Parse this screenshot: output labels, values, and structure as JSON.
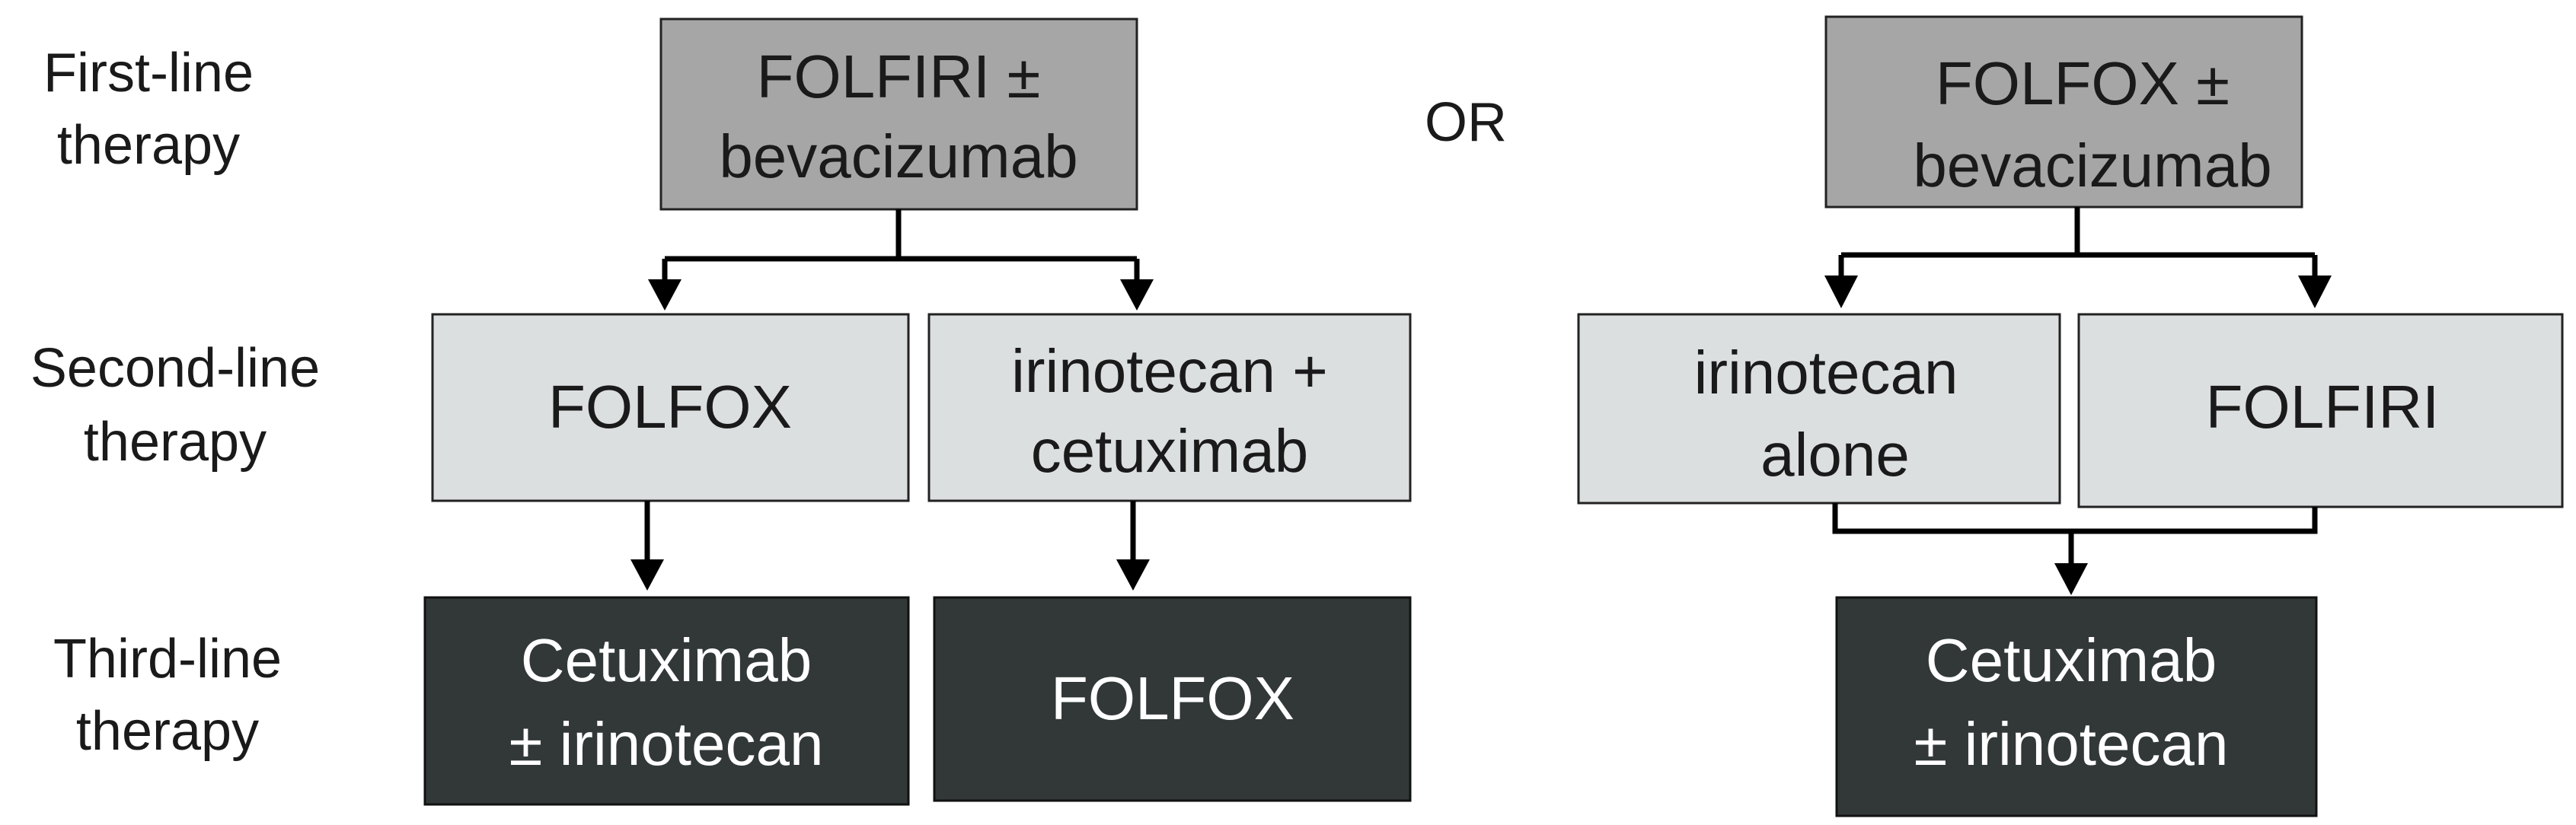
{
  "row_labels": {
    "first": [
      "First-line",
      "therapy"
    ],
    "second": [
      "Second-line",
      "therapy"
    ],
    "third": [
      "Third-line",
      "therapy"
    ]
  },
  "separator": "OR",
  "left_branch": {
    "first_line": [
      "FOLFIRI ±",
      "bevacizumab"
    ],
    "second_line": [
      [
        "FOLFOX"
      ],
      [
        "irinotecan +",
        "cetuximab"
      ]
    ],
    "third_line": [
      [
        "Cetuximab",
        "± irinotecan"
      ],
      [
        "FOLFOX"
      ]
    ]
  },
  "right_branch": {
    "first_line": [
      "FOLFOX ±",
      "bevacizumab"
    ],
    "second_line": [
      [
        "irinotecan",
        "alone"
      ],
      [
        "FOLFIRI"
      ]
    ],
    "third_line": [
      "Cetuximab",
      "± irinotecan"
    ]
  },
  "colors": {
    "first_line_fill": "#a6a6a6",
    "second_line_fill": "#dcdfe0",
    "third_line_fill": "#323838"
  }
}
